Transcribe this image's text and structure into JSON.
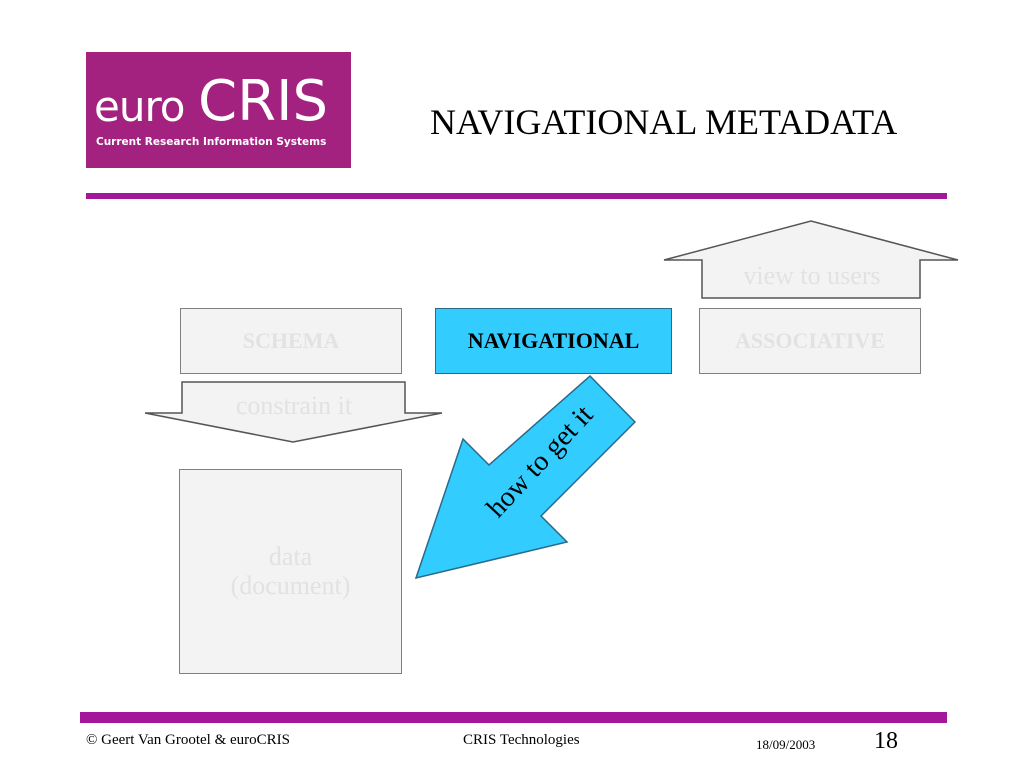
{
  "logo": {
    "euro": "euro",
    "cris": "CRIS",
    "tagline": "Current Research Information Systems",
    "color": "#a3217f"
  },
  "slide": {
    "title": "NAVIGATIONAL METADATA",
    "accent_color": "#a3189a"
  },
  "diagram": {
    "schema_label": "SCHEMA",
    "navigational_label": "NAVIGATIONAL",
    "associative_label": "ASSOCIATIVE",
    "data_line1": "data",
    "data_line2": "(document)",
    "view_arrow_label": "view to users",
    "constrain_arrow_label": "constrain it",
    "howto_arrow_label": "how to get it",
    "highlight_color": "#33ccff"
  },
  "footer": {
    "copyright": "© Geert Van Grootel & euroCRIS",
    "center": "CRIS Technologies",
    "date": "18/09/2003",
    "page": "18"
  }
}
